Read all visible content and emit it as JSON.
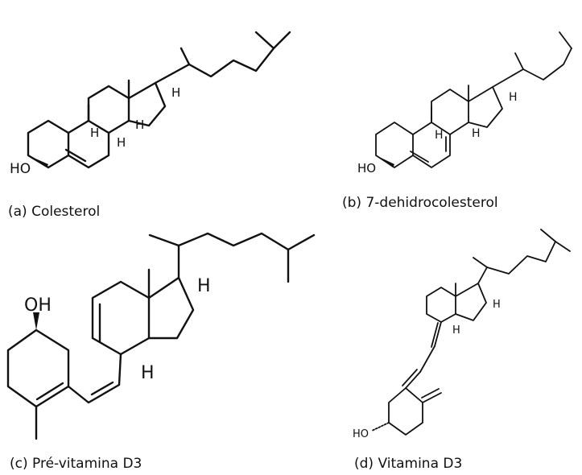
{
  "panels": [
    {
      "id": "a",
      "caption": "(a) Colesterol",
      "labels": [
        "HO",
        "H",
        "H",
        "H",
        "H"
      ]
    },
    {
      "id": "b",
      "caption": "(b) 7-dehidrocolesterol",
      "labels": [
        "HO",
        "H",
        "H",
        "H"
      ]
    },
    {
      "id": "c",
      "caption": "(c) Pré-vitamina D3",
      "labels": [
        "OH",
        "H",
        "H"
      ]
    },
    {
      "id": "d",
      "caption": "(d) Vitamina D3",
      "labels": [
        "HO",
        "H",
        "H"
      ]
    }
  ]
}
